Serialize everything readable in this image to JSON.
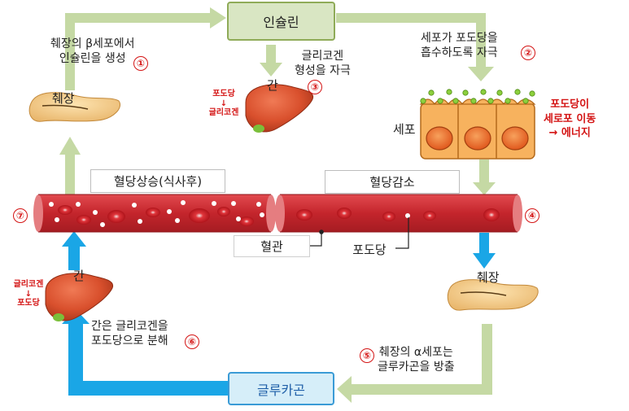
{
  "colors": {
    "green_arrow": "#c5d9a4",
    "blue_arrow": "#1aa6e6",
    "insulin_box_fill": "#d9e6c3",
    "insulin_box_border": "#8fab58",
    "glucagon_box_fill": "#d6eef9",
    "glucagon_box_border": "#3a9bd6",
    "vessel_red": "#c4252c",
    "accent_red": "#d41414"
  },
  "boxes": {
    "insulin": "인슐린",
    "glucagon": "글루카곤",
    "blood_sugar_up": "혈당상승(식사후)",
    "blood_sugar_down": "혈당감소"
  },
  "labels": {
    "pancreas_top": "췌장",
    "pancreas_right": "췌장",
    "liver_top": "간",
    "liver_left": "간",
    "cell": "세포",
    "blood_vessel": "혈관",
    "glucose": "포도당"
  },
  "steps": [
    {
      "num": "①",
      "line1": "췌장의 β세포에서",
      "line2": "인슐린을 생성"
    },
    {
      "num": "②",
      "line1": "세포가 포도당을",
      "line2": "흡수하도록 자극"
    },
    {
      "num": "③",
      "line1": "글리코겐",
      "line2": "형성을 자극"
    },
    {
      "num": "④"
    },
    {
      "num": "⑤",
      "line1": "췌장의 α세포는",
      "line2": "글루카곤을 방출"
    },
    {
      "num": "⑥",
      "line1": "간은 글리코겐을",
      "line2": "포도당으로 분해"
    },
    {
      "num": "⑦"
    }
  ],
  "liver_top_conversion": {
    "from": "포도당",
    "arrow": "↓",
    "to": "글리코겐"
  },
  "liver_left_conversion": {
    "from": "글리코겐",
    "arrow": "↓",
    "to": "포도당"
  },
  "cell_note": {
    "line1": "포도당이",
    "line2": "세로포 이동",
    "line3": "→ 에너지"
  }
}
